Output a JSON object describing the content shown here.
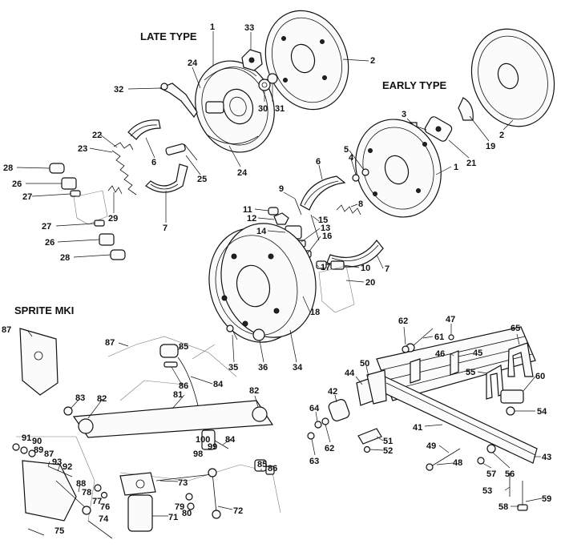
{
  "headings": {
    "late_type": "LATE TYPE",
    "early_type": "EARLY TYPE",
    "sprite_mk1": "SPRITE MKI"
  },
  "callouts": {
    "c1a": "1",
    "c33": "33",
    "c2a": "2",
    "c24a": "24",
    "c32": "32",
    "c30": "30",
    "c31": "31",
    "c24b": "24",
    "c22": "22",
    "c23": "23",
    "c6a": "6",
    "c25": "25",
    "c28a": "28",
    "c26a": "26",
    "c27a": "27",
    "c29": "29",
    "c7a": "7",
    "c27b": "27",
    "c26b": "26",
    "c28b": "28",
    "c3": "3",
    "c21": "21",
    "c19": "19",
    "c2b": "2",
    "c5": "5",
    "c4": "4",
    "c1b": "1",
    "c6b": "6",
    "c9": "9",
    "c11": "11",
    "c12": "12",
    "c14": "14",
    "c15": "15",
    "c8": "8",
    "c13": "13",
    "c16": "16",
    "c17": "17",
    "c10": "10",
    "c7b": "7",
    "c20": "20",
    "c18": "18",
    "c35": "35",
    "c36": "36",
    "c34": "34",
    "c87a": "87",
    "c87b": "87",
    "c85a": "85",
    "c86a": "86",
    "c84a": "84",
    "c83": "83",
    "c82a": "82",
    "c81": "81",
    "c82b": "82",
    "c100": "100",
    "c99": "99",
    "c98": "98",
    "c84b": "84",
    "c85b": "85",
    "c86b": "86",
    "c91": "91",
    "c90": "90",
    "c89": "89",
    "c87c": "87",
    "c93": "93",
    "c92": "92",
    "c88": "88",
    "c78": "78",
    "c77": "77",
    "c76": "76",
    "c74": "74",
    "c75": "75",
    "c73": "73",
    "c71": "71",
    "c79": "79",
    "c80": "80",
    "c72": "72",
    "c62a": "62",
    "c61": "61",
    "c47": "47",
    "c65": "65",
    "c46": "46",
    "c45": "45",
    "c50": "50",
    "c44": "44",
    "c55": "55",
    "c60": "60",
    "c42": "42",
    "c64": "64",
    "c62b": "62",
    "c63": "63",
    "c41": "41",
    "c54": "54",
    "c51": "51",
    "c52": "52",
    "c49": "49",
    "c48": "48",
    "c57": "57",
    "c56": "56",
    "c43": "43",
    "c53": "53",
    "c58": "58",
    "c59": "59"
  }
}
